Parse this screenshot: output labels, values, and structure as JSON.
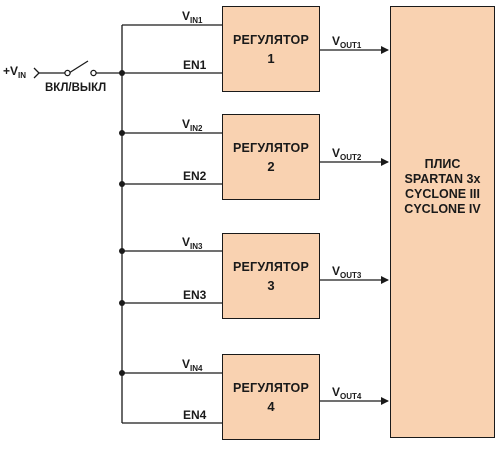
{
  "input": {
    "vin_main": "+V",
    "vin_sub": "IN",
    "switch_label": "ВКЛ/ВЫКЛ"
  },
  "regulators": [
    {
      "title": "РЕГУЛЯТОР",
      "number": "1",
      "vin_main": "V",
      "vin_sub": "IN1",
      "en": "EN1",
      "vout_main": "V",
      "vout_sub": "OUT1"
    },
    {
      "title": "РЕГУЛЯТОР",
      "number": "2",
      "vin_main": "V",
      "vin_sub": "IN2",
      "en": "EN2",
      "vout_main": "V",
      "vout_sub": "OUT2"
    },
    {
      "title": "РЕГУЛЯТОР",
      "number": "3",
      "vin_main": "V",
      "vin_sub": "IN3",
      "en": "EN3",
      "vout_main": "V",
      "vout_sub": "OUT3"
    },
    {
      "title": "РЕГУЛЯТОР",
      "number": "4",
      "vin_main": "V",
      "vin_sub": "IN4",
      "en": "EN4",
      "vout_main": "V",
      "vout_sub": "OUT4"
    }
  ],
  "fpga": {
    "lines": [
      "ПЛИС",
      "SPARTAN 3x",
      "CYCLONE III",
      "CYCLONE IV"
    ]
  },
  "colors": {
    "block_fill": "#f9d2b1",
    "line": "#1a1a1a"
  }
}
